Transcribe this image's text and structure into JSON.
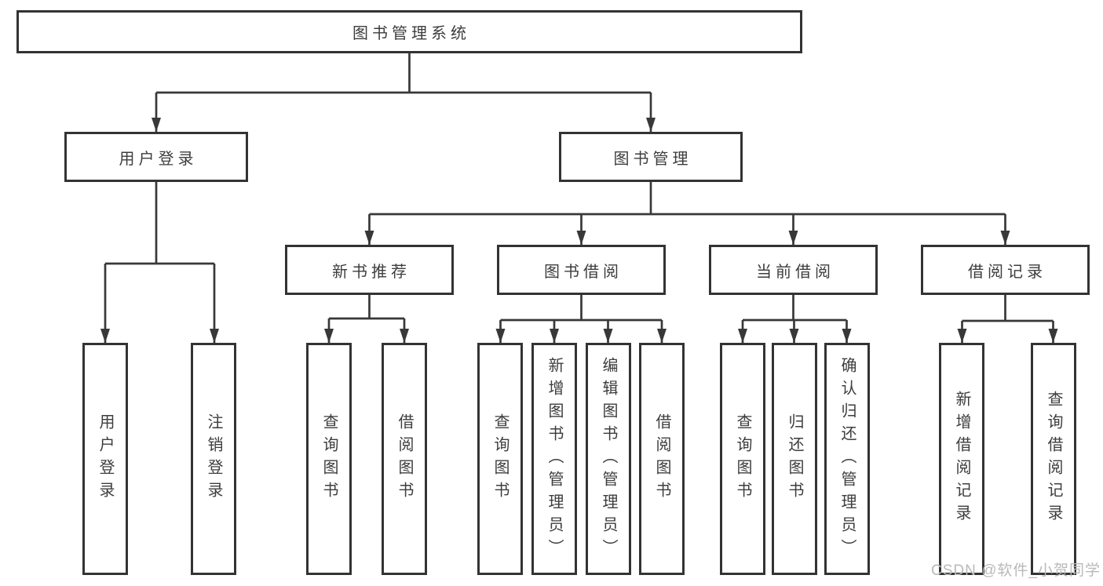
{
  "diagram": {
    "root": "图书管理系统",
    "user_login": {
      "label": "用户登录",
      "children": [
        "用户登录",
        "注销登录"
      ]
    },
    "book_management": {
      "label": "图书管理",
      "modules": [
        {
          "label": "新书推荐",
          "children": [
            "查询图书",
            "借阅图书"
          ]
        },
        {
          "label": "图书借阅",
          "children": [
            "查询图书",
            "新增图书（管理员）",
            "编辑图书（管理员）",
            "借阅图书"
          ]
        },
        {
          "label": "当前借阅",
          "children": [
            "查询图书",
            "归还图书",
            "确认归还（管理员）"
          ]
        },
        {
          "label": "借阅记录",
          "children": [
            "新增借阅记录",
            "查询借阅记录"
          ]
        }
      ]
    }
  },
  "watermark": "CSDN @软件_小贺同学",
  "colors": {
    "line": "#383838",
    "box_border": "#333333",
    "box_fill": "#ffffff",
    "text": "#3d3d3d",
    "watermark": "#b9b9b9",
    "background": "#ffffff"
  }
}
